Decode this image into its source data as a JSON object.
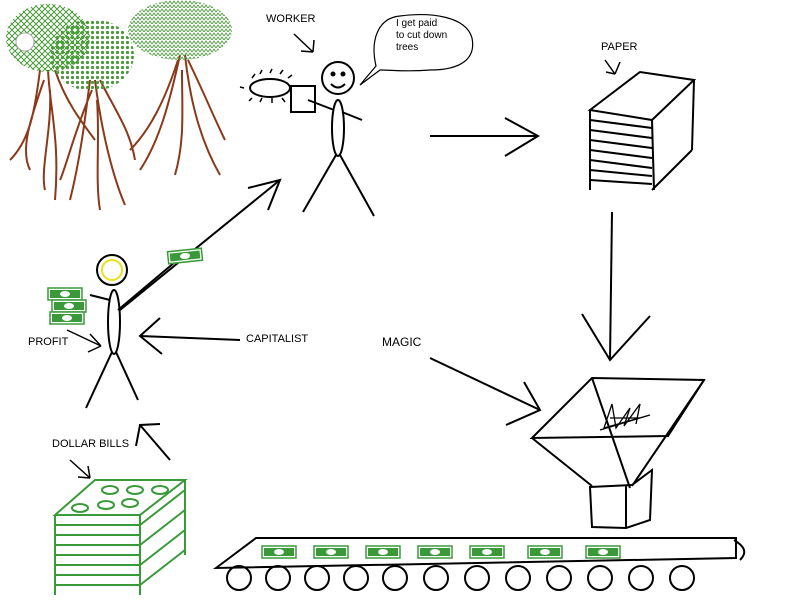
{
  "labels": {
    "worker": "WORKER",
    "paper": "PAPER",
    "profit": "PROFIT",
    "capitalist": "CAPITALIST",
    "magic": "MAGIC",
    "dollar_bills": "DOLLAR BILLS"
  },
  "speech_bubble": {
    "line1": "I get paid",
    "line2": "to cut down",
    "line3": "trees"
  },
  "colors": {
    "ink": "#000000",
    "tree_trunk": "#8a3a1a",
    "foliage": "#4a9a3a",
    "money": "#3a9a3a",
    "smiley": "#e8e020"
  },
  "icons": [
    "tree-icon",
    "stick-figure-icon",
    "saw-icon",
    "paper-stack-icon",
    "funnel-machine-icon",
    "conveyor-belt-icon",
    "dollar-bill-icon",
    "money-stack-icon",
    "arrow-icon"
  ]
}
